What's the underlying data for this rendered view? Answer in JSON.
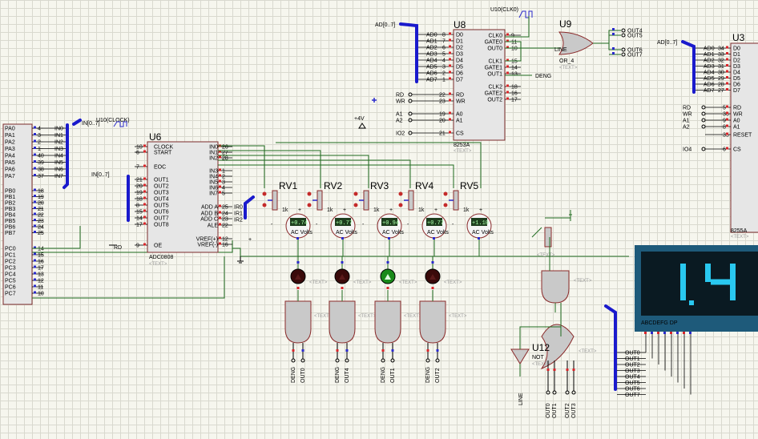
{
  "adc": {
    "ref": "U6",
    "part": "ADC0808",
    "text": "<TEXT>",
    "pins_left": [
      "CLOCK",
      "START",
      "EOC",
      "OUT1",
      "OUT2",
      "OUT3",
      "OUT4",
      "OUT5",
      "OUT6",
      "OUT7",
      "OUT8",
      "OE"
    ],
    "pins_right": [
      "IN0",
      "IN1",
      "IN2",
      "IN3",
      "IN4",
      "IN5",
      "IN6",
      "IN7",
      "ADD A",
      "ADD B",
      "ADD C",
      "ALE",
      "VREF(+)",
      "VREF(-)"
    ],
    "pin_nums_left": [
      "10",
      "6",
      "7",
      "21",
      "20",
      "19",
      "18",
      "8",
      "15",
      "14",
      "17",
      "9"
    ],
    "pin_nums_right": [
      "26",
      "27",
      "28",
      "1",
      "2",
      "3",
      "4",
      "5",
      "25",
      "24",
      "23",
      "22",
      "12",
      "16"
    ],
    "bus_label": "IN[0..7]",
    "clock_label": "U10(CLOCK)",
    "in_labels": [
      "IN7",
      "IN6",
      "IN5",
      "IN4",
      "IN3",
      "IN2",
      "IN1",
      "IN0"
    ],
    "addr_labels": [
      "IR0",
      "IR1",
      "IR2"
    ],
    "rd_label": "RD"
  },
  "ppi_left": {
    "pins": [
      "PA0",
      "PA1",
      "PA2",
      "PA3",
      "PA4",
      "PA5",
      "PA6",
      "PA7",
      "PB0",
      "PB1",
      "PB2",
      "PB3",
      "PB4",
      "PB5",
      "PB6",
      "PB7",
      "PC0",
      "PC1",
      "PC2",
      "PC3",
      "PC4",
      "PC5",
      "PC6",
      "PC7"
    ],
    "pin_nums": [
      "4",
      "3",
      "2",
      "1",
      "40",
      "39",
      "38",
      "37",
      "18",
      "19",
      "20",
      "21",
      "22",
      "23",
      "24",
      "25",
      "14",
      "15",
      "16",
      "17",
      "13",
      "12",
      "11",
      "10"
    ],
    "in_labels": [
      "IN0",
      "IN1",
      "IN2",
      "IN3",
      "IN4",
      "IN5",
      "IN6",
      "IN7"
    ],
    "bus_label": "IN[0..7]",
    "clock_label": "U10(CLOCK)"
  },
  "timer": {
    "ref": "U8",
    "part": "8253A",
    "text": "<TEXT>",
    "bus_label": "AD[0..7]",
    "clock_label": "U10(CLK0)",
    "data_pins": [
      "D0",
      "D1",
      "D2",
      "D3",
      "D4",
      "D5",
      "D6",
      "D7"
    ],
    "ad_labels": [
      "AD0",
      "AD1",
      "AD2",
      "AD3",
      "AD4",
      "AD5",
      "AD6",
      "AD7"
    ],
    "data_nums": [
      "8",
      "7",
      "6",
      "5",
      "4",
      "3",
      "2",
      "1"
    ],
    "ctrl": [
      "RD",
      "WR",
      "A0",
      "A1",
      "CS"
    ],
    "ctrl_labels": [
      "RD",
      "WR",
      "A1",
      "A2",
      "IO2"
    ],
    "ctrl_nums": [
      "22",
      "23",
      "19",
      "20",
      "21"
    ],
    "right_pins": [
      "CLK0",
      "GATE0",
      "OUT0",
      "CLK1",
      "GATE1",
      "OUT1",
      "CLK2",
      "GATE2",
      "OUT2"
    ],
    "right_nums": [
      "9",
      "11",
      "10",
      "15",
      "14",
      "13",
      "18",
      "16",
      "17"
    ],
    "deng_label": "DENG",
    "line_label": "LINE",
    "power_label": "+4V"
  },
  "or_gate": {
    "ref": "U9",
    "part": "OR_4",
    "text": "<TEXT>",
    "outputs": [
      "OUT4",
      "OUT5",
      "OUT6",
      "OUT7"
    ]
  },
  "ppi_right": {
    "ref": "U3",
    "part": "8255A",
    "text": "<TEXT>",
    "bus_label": "AD[0..7]",
    "data_pins": [
      "D0",
      "D1",
      "D2",
      "D3",
      "D4",
      "D5",
      "D6",
      "D7"
    ],
    "ad_labels": [
      "AD0",
      "AD1",
      "AD2",
      "AD3",
      "AD4",
      "AD5",
      "AD6",
      "AD7"
    ],
    "data_nums": [
      "34",
      "33",
      "32",
      "31",
      "30",
      "29",
      "28",
      "27"
    ],
    "ctrl_pins": [
      "RD",
      "WR",
      "A0",
      "A1",
      "RESET",
      "CS"
    ],
    "ctrl_labels": [
      "RD",
      "WR",
      "A1",
      "A2",
      "IO4"
    ],
    "ctrl_nums": [
      "5",
      "36",
      "9",
      "8",
      "35",
      "6"
    ]
  },
  "pots": {
    "names": [
      "RV1",
      "RV2",
      "RV3",
      "RV4",
      "RV5"
    ],
    "res_label": "1k"
  },
  "meters": {
    "readings": [
      "+0.74",
      "+0.77",
      "+0.94",
      "+0.77",
      "+1.10"
    ],
    "units": "AC Volts"
  },
  "leds": {
    "states": [
      "off",
      "off",
      "on",
      "off"
    ],
    "text": "<TEXT>"
  },
  "and_gates": {
    "text": "<TEXT>",
    "labels": [
      [
        "DENG",
        "OUT0"
      ],
      [
        "DENG",
        "OUT4"
      ],
      [
        "DENG",
        "OUT1"
      ],
      [
        "DENG",
        "OUT2"
      ]
    ]
  },
  "logic": {
    "not_ref": "U12",
    "not_part": "NOT",
    "line_label": "LINE",
    "or_inputs": [
      "OUT0",
      "OUT1",
      "OUT2",
      "OUT3"
    ],
    "text": "<TEXT>"
  },
  "display": {
    "value": "1.43",
    "segment_labels": "ABCDEFG DP",
    "bus_outputs": [
      "OUT0",
      "OUT1",
      "OUT2",
      "OUT3",
      "OUT4",
      "OUT5",
      "OUT6",
      "OUT7"
    ],
    "colors": {
      "frame": "#1e5a7a",
      "digit": "#29c8f0"
    }
  }
}
